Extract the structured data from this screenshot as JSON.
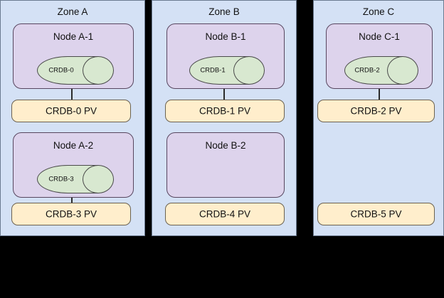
{
  "diagram": {
    "type": "infrastructure-topology",
    "background_color": "#000000",
    "colors": {
      "zone_fill": "#d4e1f5",
      "node_fill": "#ddd3ec",
      "pv_fill": "#ffeecc",
      "database_fill": "#d8e8d0",
      "stroke": "#4a4a4a"
    }
  },
  "zones": [
    {
      "id": "zone-a",
      "title": "Zone A",
      "nodes": [
        {
          "id": "node-a-1",
          "title": "Node A-1",
          "database": {
            "label": "CRDB-0",
            "icon": "database-cylinder-icon"
          },
          "has_connector": true,
          "pv": {
            "label": "CRDB-0 PV"
          }
        },
        {
          "id": "node-a-2",
          "title": "Node A-2",
          "database": {
            "label": "CRDB-3",
            "icon": "database-cylinder-icon"
          },
          "has_connector": true,
          "pv": {
            "label": "CRDB-3 PV"
          }
        }
      ]
    },
    {
      "id": "zone-b",
      "title": "Zone B",
      "nodes": [
        {
          "id": "node-b-1",
          "title": "Node B-1",
          "database": {
            "label": "CRDB-1",
            "icon": "database-cylinder-icon"
          },
          "has_connector": true,
          "pv": {
            "label": "CRDB-1 PV"
          }
        },
        {
          "id": "node-b-2",
          "title": "Node B-2",
          "database": null,
          "has_connector": false,
          "pv": {
            "label": "CRDB-4 PV"
          }
        }
      ]
    },
    {
      "id": "zone-c",
      "title": "Zone C",
      "nodes": [
        {
          "id": "node-c-1",
          "title": "Node C-1",
          "database": {
            "label": "CRDB-2",
            "icon": "database-cylinder-icon"
          },
          "has_connector": true,
          "pv": {
            "label": "CRDB-2 PV"
          }
        },
        {
          "id": "node-c-2",
          "title": null,
          "database": null,
          "has_connector": false,
          "pv": {
            "label": "CRDB-5 PV"
          }
        }
      ]
    }
  ]
}
